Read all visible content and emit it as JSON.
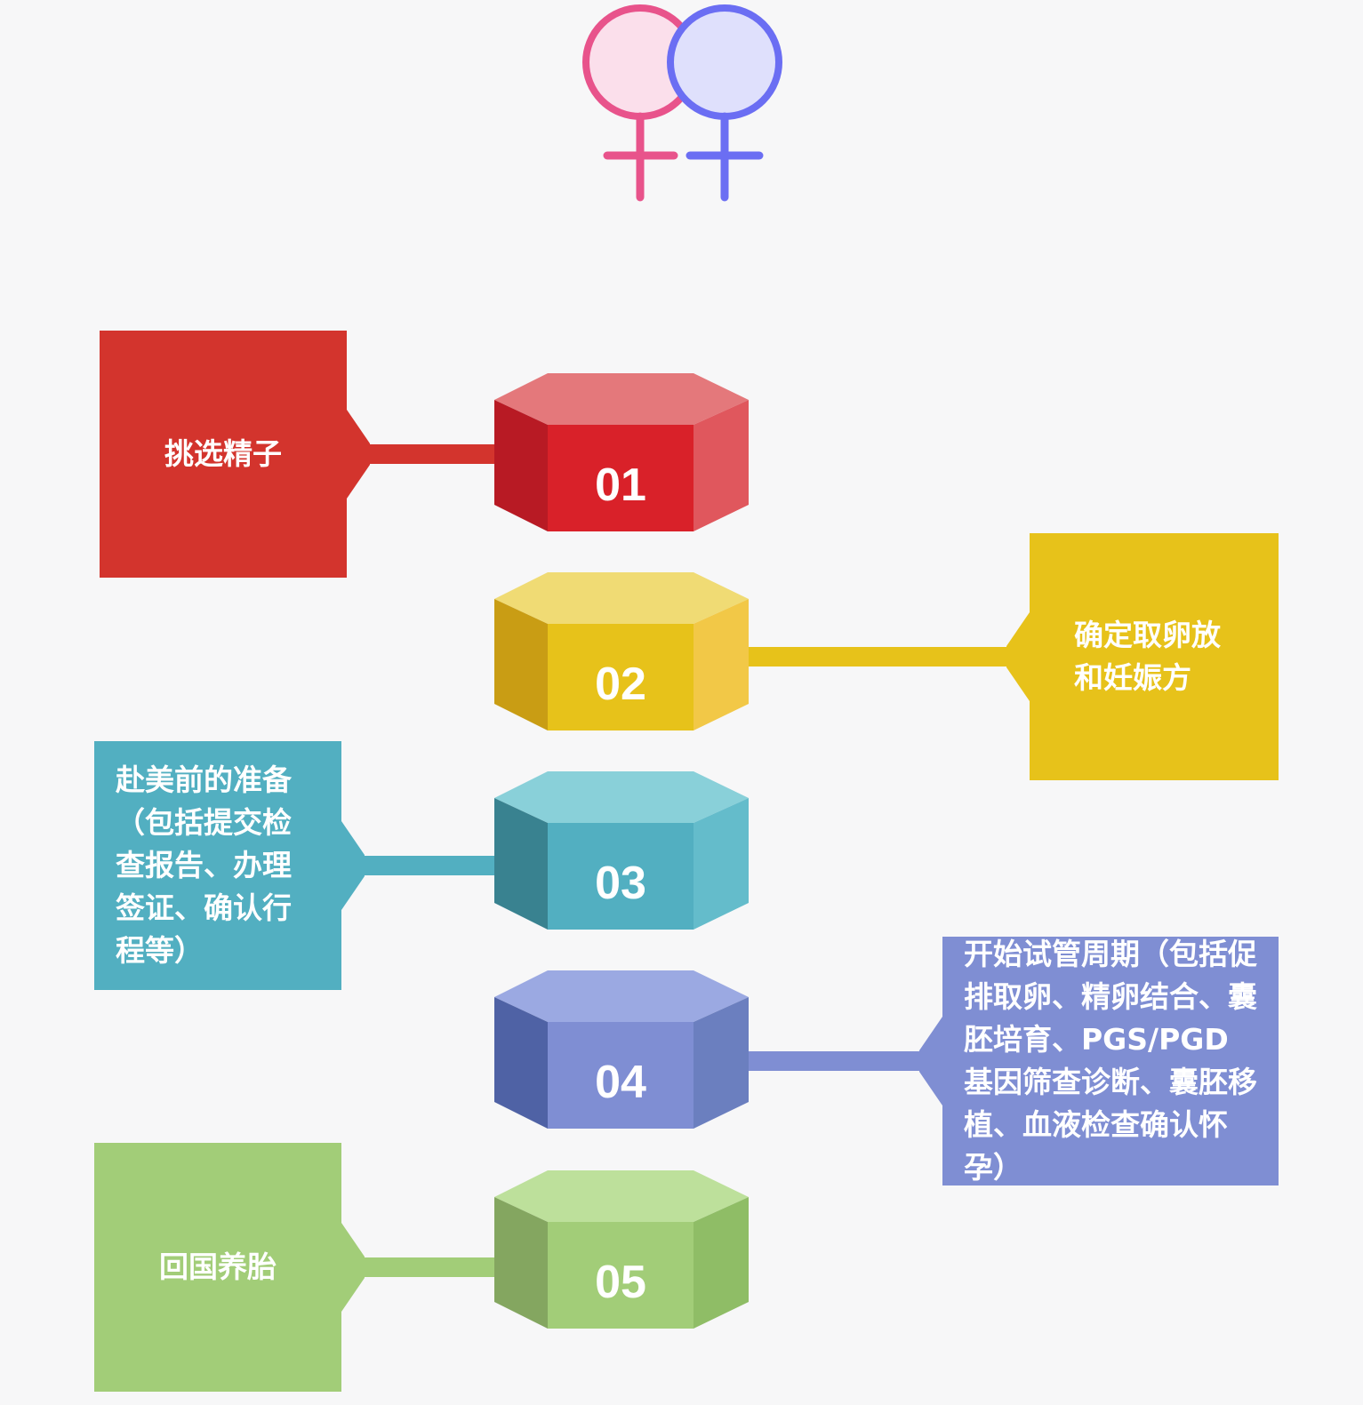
{
  "header": {
    "symbol_icon": "double-female-symbol-icon",
    "colors": {
      "pink": "#e8538b",
      "pink_fill": "#fbdfeb",
      "blue": "#6b6ef3",
      "blue_fill": "#dfe0fc"
    }
  },
  "steps": [
    {
      "number": "01",
      "label": "挑选精子",
      "side": "left",
      "colors": {
        "box": "#d3342d",
        "front": "#d92129",
        "top": "#e4787b",
        "left": "#b81a24",
        "right": "#e0575d"
      }
    },
    {
      "number": "02",
      "label": "确定取卵放和妊娠方",
      "side": "right",
      "colors": {
        "box": "#e7c21a",
        "front": "#e7c21a",
        "top": "#f0db74",
        "left": "#c99d14",
        "right": "#f2c847"
      }
    },
    {
      "number": "03",
      "label": "赴美前的准备（包括提交检查报告、办理签证、确认行程等）",
      "side": "left",
      "colors": {
        "box": "#52afc1",
        "front": "#52afc1",
        "top": "#89d0d9",
        "left": "#398290",
        "right": "#64bccb"
      }
    },
    {
      "number": "04",
      "label": "开始试管周期（包括促排取卵、精卵结合、囊胚培育、PGS/PGD基因筛查诊断、囊胚移植、血液检查确认怀孕）",
      "side": "right",
      "colors": {
        "box": "#7f8ed3",
        "front": "#7f8ed3",
        "top": "#9ba9e2",
        "left": "#4f62a5",
        "right": "#6b7fbf"
      }
    },
    {
      "number": "05",
      "label": "回国养胎",
      "side": "left",
      "colors": {
        "box": "#a2cd78",
        "front": "#a2cd78",
        "top": "#bde09b",
        "left": "#84a660",
        "right": "#8fbd66"
      }
    }
  ]
}
